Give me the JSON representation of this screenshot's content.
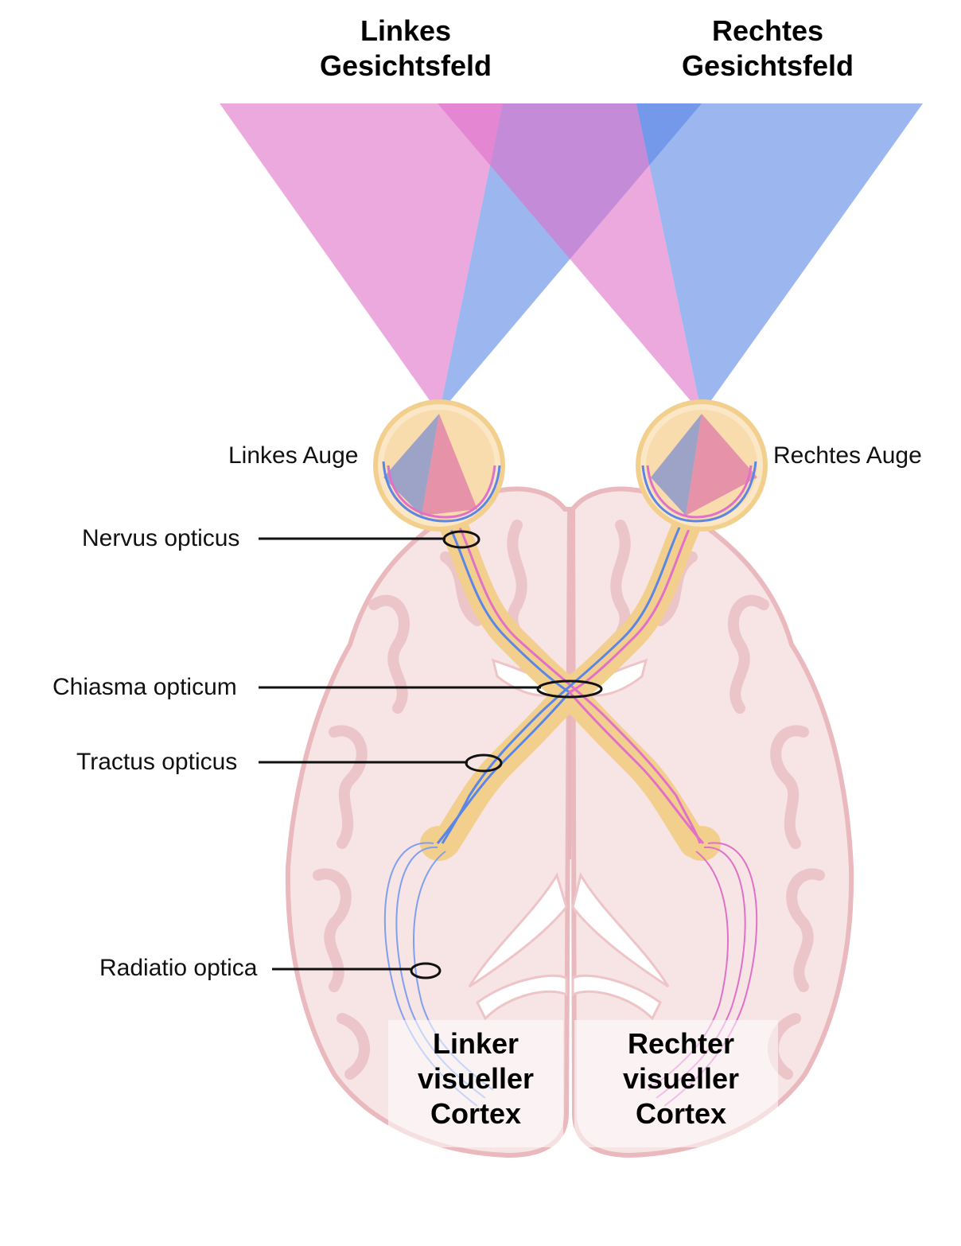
{
  "fields": {
    "left": {
      "line1": "Linkes",
      "line2": "Gesichtsfeld"
    },
    "right": {
      "line1": "Rechtes",
      "line2": "Gesichtsfeld"
    }
  },
  "eyes": {
    "left": "Linkes Auge",
    "right": "Rechtes Auge"
  },
  "labels": {
    "nervus": "Nervus opticus",
    "chiasma": "Chiasma opticum",
    "tractus": "Tractus opticus",
    "radiatio": "Radiatio optica"
  },
  "cortex": {
    "left": {
      "line1": "Linker",
      "line2": "visueller",
      "line3": "Cortex"
    },
    "right": {
      "line1": "Rechter",
      "line2": "visueller",
      "line3": "Cortex"
    }
  },
  "colors": {
    "pink": "#e070c8",
    "blue": "#5a86e6",
    "nerve": "#f3cf8e",
    "brain": "#f6e1e2",
    "brain_outline": "#e8b6ba"
  }
}
